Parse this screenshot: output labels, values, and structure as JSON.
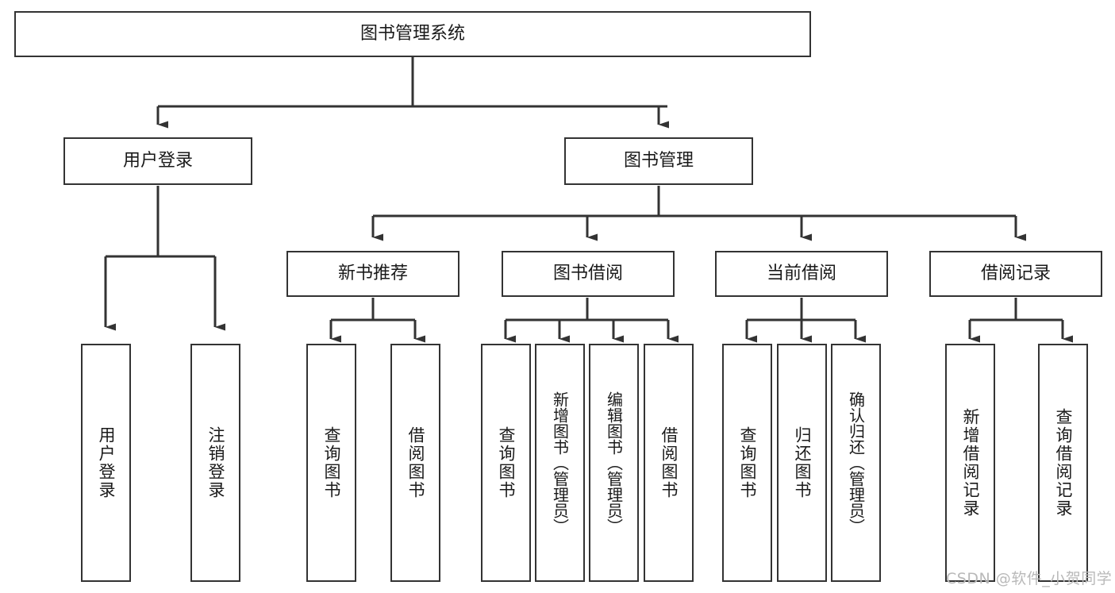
{
  "diagram": {
    "type": "tree-hierarchy",
    "title": "图书管理系统",
    "orientation": "top-down",
    "edge_style": "orthogonal-arrow",
    "colors": {
      "box_border": "#333333",
      "box_fill": "#ffffff",
      "edge": "#333333",
      "text": "#1a1a1a",
      "watermark": "#b9b9b9",
      "background": "#ffffff"
    },
    "nodes": {
      "root": {
        "label": "图书管理系统"
      },
      "level2": [
        {
          "id": "user-login",
          "label": "用户登录"
        },
        {
          "id": "book-manage",
          "label": "图书管理"
        }
      ],
      "level3": [
        {
          "id": "new-book-recommend",
          "label": "新书推荐"
        },
        {
          "id": "book-borrow",
          "label": "图书借阅"
        },
        {
          "id": "current-borrow",
          "label": "当前借阅"
        },
        {
          "id": "borrow-record",
          "label": "借阅记录"
        }
      ],
      "leaves": {
        "user-login": [
          {
            "id": "leaf-user-login",
            "label": "用户登录"
          },
          {
            "id": "leaf-user-logout",
            "label": "注销登录"
          }
        ],
        "new-book-recommend": [
          {
            "id": "leaf-query-book-1",
            "label": "查询图书"
          },
          {
            "id": "leaf-borrow-book-1",
            "label": "借阅图书"
          }
        ],
        "book-borrow": [
          {
            "id": "leaf-query-book-2",
            "label": "查询图书"
          },
          {
            "id": "leaf-add-book",
            "label": "新增图书（管理员）"
          },
          {
            "id": "leaf-edit-book",
            "label": "编辑图书（管理员）"
          },
          {
            "id": "leaf-borrow-book-2",
            "label": "借阅图书"
          }
        ],
        "current-borrow": [
          {
            "id": "leaf-query-book-3",
            "label": "查询图书"
          },
          {
            "id": "leaf-return-book",
            "label": "归还图书"
          },
          {
            "id": "leaf-confirm-return",
            "label": "确认归还（管理员）"
          }
        ],
        "borrow-record": [
          {
            "id": "leaf-add-record",
            "label": "新增借阅记录"
          },
          {
            "id": "leaf-query-record",
            "label": "查询借阅记录"
          }
        ]
      }
    }
  },
  "watermark": {
    "text": "CSDN @软件_小贺同学"
  }
}
